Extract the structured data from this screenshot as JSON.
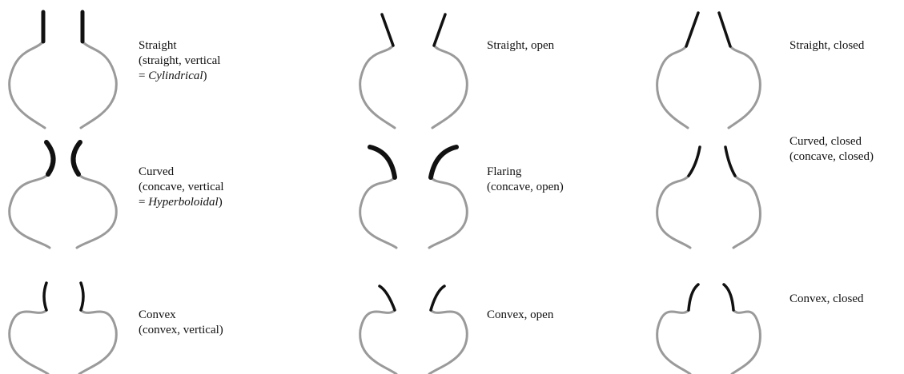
{
  "colors": {
    "body_outline": "#9a9a9a",
    "neck_stroke": "#111111",
    "text": "#111111"
  },
  "cells": [
    {
      "id": "straight",
      "neck": "straight-vertical",
      "lines": [
        {
          "text": "Straight"
        },
        {
          "text": "(straight, vertical"
        },
        {
          "prefix": "= ",
          "em": "Cylindrical",
          "suffix": ")"
        }
      ]
    },
    {
      "id": "straight-open",
      "neck": "straight-open",
      "lines": [
        {
          "text": "Straight, open"
        }
      ]
    },
    {
      "id": "straight-closed",
      "neck": "straight-closed",
      "lines": [
        {
          "text": "Straight, closed"
        }
      ]
    },
    {
      "id": "curved",
      "neck": "concave-vertical",
      "lines": [
        {
          "text": "Curved"
        },
        {
          "text": "(concave, vertical"
        },
        {
          "prefix": "= ",
          "em": "Hyperboloidal",
          "suffix": ")"
        }
      ]
    },
    {
      "id": "flaring",
      "neck": "concave-open",
      "lines": [
        {
          "text": "Flaring"
        },
        {
          "text": "(concave, open)"
        }
      ]
    },
    {
      "id": "curved-closed",
      "neck": "concave-closed",
      "lines": [
        {
          "text": "Curved, closed"
        },
        {
          "text": "(concave, closed)"
        }
      ]
    },
    {
      "id": "convex",
      "neck": "convex-vertical",
      "lines": [
        {
          "text": "Convex"
        },
        {
          "text": "(convex, vertical)"
        }
      ]
    },
    {
      "id": "convex-open",
      "neck": "convex-open",
      "lines": [
        {
          "text": "Convex, open"
        }
      ]
    },
    {
      "id": "convex-closed",
      "neck": "convex-closed",
      "lines": [
        {
          "text": "Convex, closed"
        }
      ]
    }
  ]
}
